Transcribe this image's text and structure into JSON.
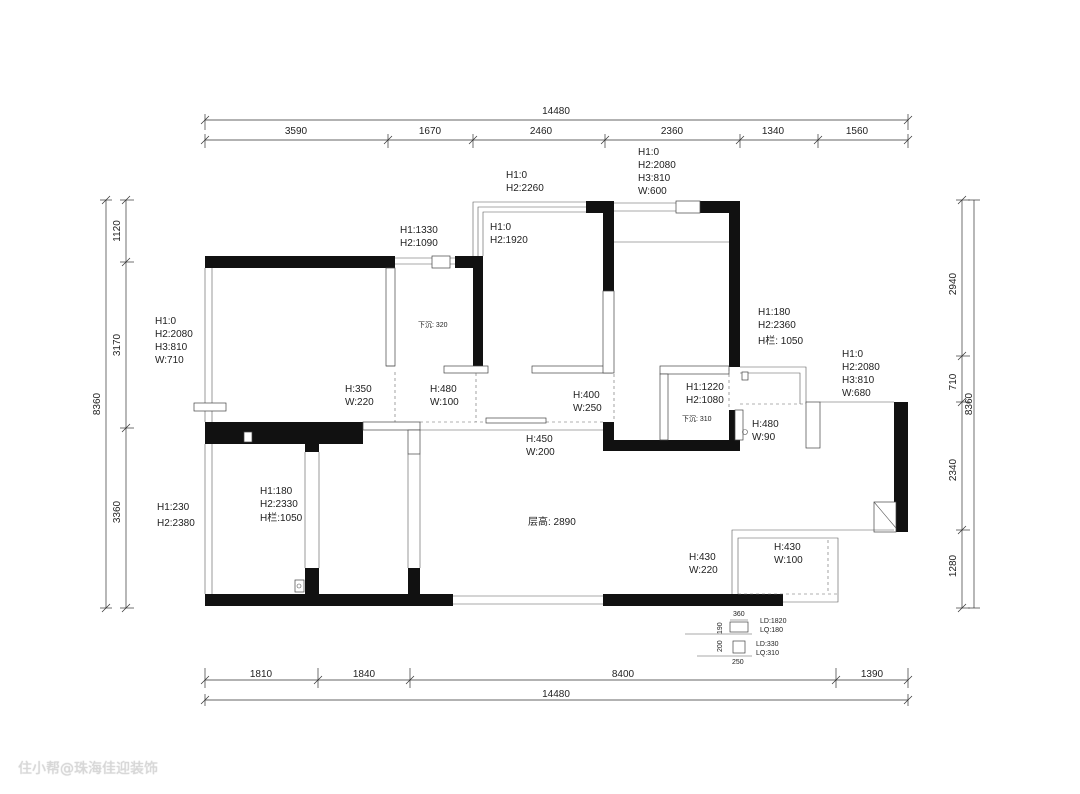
{
  "plan": {
    "dims_top_total": "14480",
    "dims_top": [
      "3590",
      "1670",
      "2460",
      "2360",
      "1340",
      "1560"
    ],
    "dims_bottom_total": "14480",
    "dims_bottom": [
      "1810",
      "1840",
      "8400",
      "1390"
    ],
    "dims_left_total": "8360",
    "dims_left": [
      "1120",
      "3170",
      "3360"
    ],
    "dims_right_total": "8360",
    "dims_right": [
      "2940",
      "710",
      "2340",
      "1280"
    ],
    "ceiling_height": "层高: 2890",
    "openings": [
      {
        "id": "west-window",
        "lines": [
          "H1:0",
          "H2:2080",
          "H3:810",
          "W:710"
        ]
      },
      {
        "id": "north-window-1",
        "lines": [
          "H1:1330",
          "H2:1090"
        ]
      },
      {
        "id": "north-window-2",
        "lines": [
          "H1:0",
          "H2:2260"
        ]
      },
      {
        "id": "north-window-3",
        "lines": [
          "H1:0",
          "H2:1920"
        ]
      },
      {
        "id": "north-window-4",
        "lines": [
          "H1:0",
          "H2:2080",
          "H3:810",
          "W:600"
        ]
      },
      {
        "id": "east-window-1",
        "lines": [
          "H1:180",
          "H2:2360",
          "H栏: 1050"
        ]
      },
      {
        "id": "east-window-2",
        "lines": [
          "H1:0",
          "H2:2080",
          "H3:810",
          "W:680"
        ]
      },
      {
        "id": "door-1",
        "lines": [
          "H:350",
          "W:220"
        ]
      },
      {
        "id": "door-2",
        "lines": [
          "H:480",
          "W:100"
        ]
      },
      {
        "id": "door-3",
        "lines": [
          "H:400",
          "W:250"
        ]
      },
      {
        "id": "door-4",
        "lines": [
          "H1:1220",
          "H2:1080"
        ]
      },
      {
        "id": "door-5",
        "lines": [
          "H:480",
          "W:90"
        ]
      },
      {
        "id": "door-6",
        "lines": [
          "H:450",
          "W:200"
        ]
      },
      {
        "id": "balcony-window",
        "lines": [
          "H1:180",
          "H2:2330",
          "H栏:1050"
        ]
      },
      {
        "id": "sw-window",
        "lines": [
          "H1:230",
          "H2:2380"
        ]
      },
      {
        "id": "door-7",
        "lines": [
          "H:430",
          "W:220"
        ]
      },
      {
        "id": "door-8",
        "lines": [
          "H:430",
          "W:100"
        ]
      }
    ],
    "beam_notes": [
      "下沉: 320",
      "下沉: 310"
    ],
    "legend": {
      "top_label": "360",
      "side_label_1": "190",
      "note_1": [
        "LD:1820",
        "LQ:180"
      ],
      "side_label_2": "200",
      "note_2": [
        "LD:330",
        "LQ:310"
      ],
      "bottom_label": "250"
    }
  },
  "watermark": "住小帮@珠海佳迎装饰"
}
